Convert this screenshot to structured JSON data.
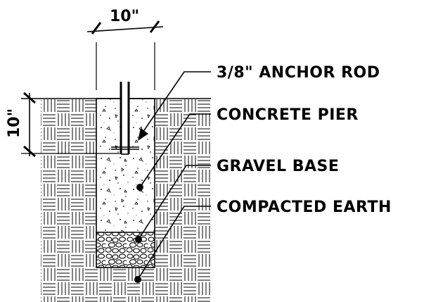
{
  "diagram": {
    "dimensions": {
      "width_label": "10\"",
      "depth_label": "10\""
    },
    "callouts": [
      {
        "id": "anchor-rod",
        "label": "3/8\" ANCHOR ROD"
      },
      {
        "id": "concrete-pier",
        "label": "CONCRETE PIER"
      },
      {
        "id": "gravel-base",
        "label": "GRAVEL BASE"
      },
      {
        "id": "compacted-earth",
        "label": "COMPACTED EARTH"
      }
    ]
  }
}
